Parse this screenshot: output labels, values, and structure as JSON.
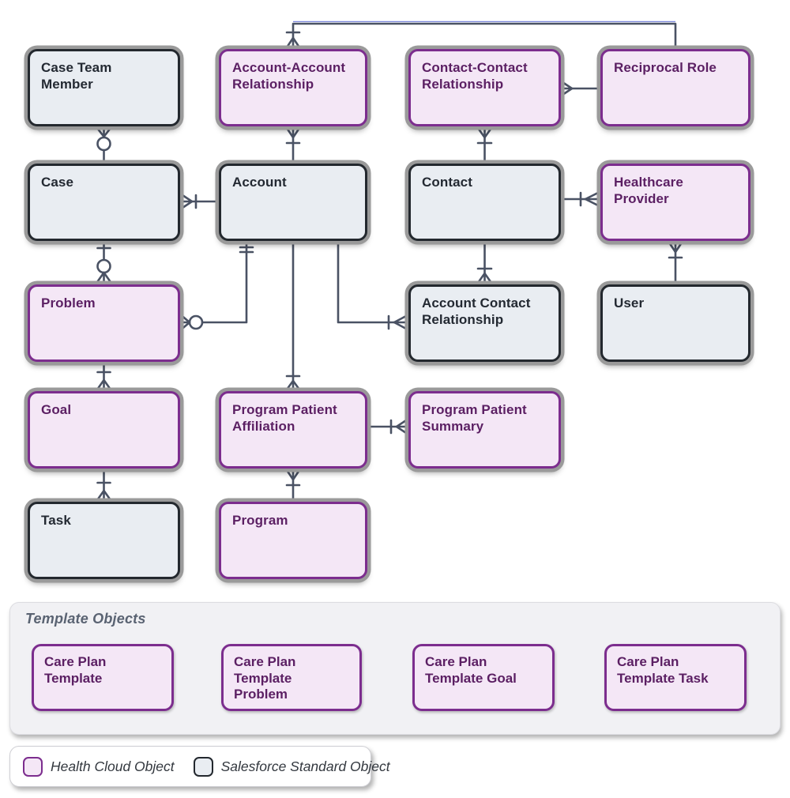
{
  "entities": {
    "case_team_member": {
      "label": "Case Team\nMember",
      "type": "standard"
    },
    "account_account_relationship": {
      "label": "Account-Account\nRelationship",
      "type": "health"
    },
    "contact_contact_relationship": {
      "label": "Contact-Contact\nRelationship",
      "type": "health"
    },
    "reciprocal_role": {
      "label": "Reciprocal Role",
      "type": "health"
    },
    "case": {
      "label": "Case",
      "type": "standard"
    },
    "account": {
      "label": "Account",
      "type": "standard"
    },
    "contact": {
      "label": "Contact",
      "type": "standard"
    },
    "healthcare_provider": {
      "label": "Healthcare\nProvider",
      "type": "health"
    },
    "problem": {
      "label": "Problem",
      "type": "health"
    },
    "account_contact_relationship": {
      "label": "Account Contact\nRelationship",
      "type": "standard"
    },
    "user": {
      "label": "User",
      "type": "standard"
    },
    "goal": {
      "label": "Goal",
      "type": "health"
    },
    "program_patient_affiliation": {
      "label": "Program Patient\nAffiliation",
      "type": "health"
    },
    "program_patient_summary": {
      "label": "Program Patient\nSummary",
      "type": "health"
    },
    "task": {
      "label": "Task",
      "type": "standard"
    },
    "program": {
      "label": "Program",
      "type": "health"
    }
  },
  "template_section": {
    "title": "Template Objects",
    "entities": {
      "care_plan_template": {
        "label": "Care Plan\nTemplate",
        "type": "health"
      },
      "care_plan_template_problem": {
        "label": "Care Plan\nTemplate\nProblem",
        "type": "health"
      },
      "care_plan_template_goal": {
        "label": "Care Plan\nTemplate Goal",
        "type": "health"
      },
      "care_plan_template_task": {
        "label": "Care Plan\nTemplate Task",
        "type": "health"
      }
    }
  },
  "legend": {
    "health": {
      "label": "Health Cloud Object"
    },
    "standard": {
      "label": "Salesforce Standard Object"
    }
  },
  "colors": {
    "health_border": "#7c2d8e",
    "health_fill": "#f4e7f6",
    "health_text": "#5b1f63",
    "standard_border": "#23282e",
    "standard_fill": "#e9edf2",
    "standard_text": "#232932",
    "connector": "#4a5264",
    "halo": "#9a9a9a"
  }
}
